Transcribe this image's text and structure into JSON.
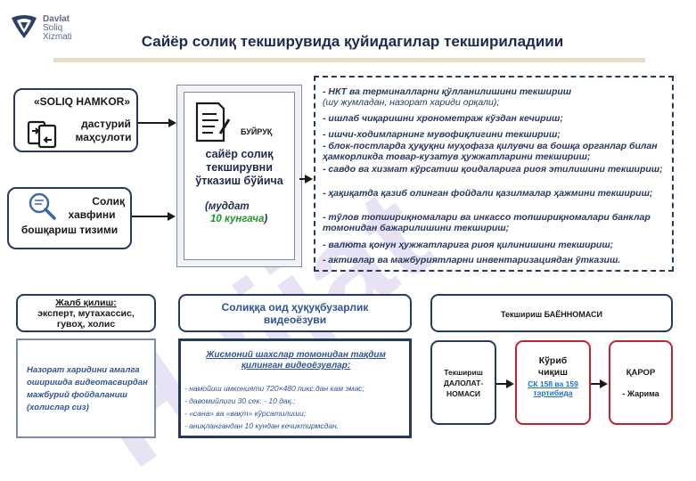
{
  "logo": {
    "lines": [
      "Davlat",
      "Soliq",
      "Xizmati"
    ]
  },
  "title": "Сайёр солиқ текширувида қуйидагилар текшириладиии",
  "left_boxes": {
    "hamkor": {
      "title": "«SOLIQ HAMKOR»",
      "line1": "дастурий",
      "line2": "маҳсулоти"
    },
    "risk": {
      "line1": "Солиқ",
      "line2": "хавфини",
      "line3": "бошқариш тизими"
    }
  },
  "document_card": {
    "order_label": "БУЙРУҚ",
    "line1": "сайёр солиқ",
    "line2": "текширувни",
    "line3": "ўтказиш бўйича",
    "period": "(муддат",
    "days": "10 кунгача",
    "close": ")"
  },
  "checklist": [
    {
      "text": "- НКТ ва терминалларни қўлланилишини текшириш",
      "sub": "(шу жумладан,  назорат хариди орқали);"
    },
    {
      "text": "- ишлаб чиқаришни хронометраж кўздан кечириш;"
    },
    {
      "text": "- ишчи-ходимларнинг мувофиқлигини текшириш;"
    },
    {
      "text": "- блок-постларда  ҳуқуқни муҳофаза қилувчи ва бошқа органлар билан ҳамкорликда товар-кузатув ҳужжатларини текшириш;"
    },
    {
      "text": "- савдо ва хизмат кўрсатиш қоидаларига риоя этилишини текшириш;"
    },
    {
      "text": "- ҳақиқатда қазиб олинган фойдали қазилмалар ҳажмини текшириш;"
    },
    {
      "text": "- тўлов топшириқномалари ва инкассо топшириқномалари банклар томонидан бажарилишини текшириш;"
    },
    {
      "text": "- валюта қонун ҳужжатларига риоя қилинишини текшириш;"
    },
    {
      "text": "- активлар ва мажбуриятларни инвентаризациядан ўтказиш."
    }
  ],
  "middle": {
    "attract_title": "Жалб қилиш:",
    "attract_line1": "эксперт, мутахассис,",
    "attract_line2": "гувоҳ, холис",
    "video_line1": "Солиққа оид ҳуқуқбузарлик",
    "video_line2": "видеоёзуви",
    "statement": "Текшириш БАЁННОМАСИ"
  },
  "lower": {
    "control_text": "Назорат харидини амалга оширишда видеотасвирдан мажбурий фойдаланиш (холислар сиз)",
    "video_title": "Жисмоний шахслар томонидан тақдим қилинган видеоёзувлар:",
    "video_items": [
      "- намойиш имконияти 720×480 пикс.дан кам эмас;",
      "- давомийлиги 30 сек. - 10 дақ.;",
      "- «сана» ва «вақт» кўрсатилиши;",
      "- аниқлангандан 10 кундан кечиктирмсдан."
    ],
    "evidence_line1": "Текшириш",
    "evidence_line2": "ДАЛОЛАТ-",
    "evidence_line3": "НОМАСИ",
    "review_line1": "Кўриб",
    "review_line2": "чиқиш",
    "review_code": "СК 158 ва 159 тартибида",
    "decision_title": "ҚАРОР",
    "decision_item": "-  Жарима"
  },
  "watermark": "Hujjat",
  "colors": {
    "navy": "#27395f",
    "green": "#1a9a2a",
    "blue_link": "#1f6fd6",
    "red": "#c0242c",
    "watermark": "#b9a6e6"
  }
}
